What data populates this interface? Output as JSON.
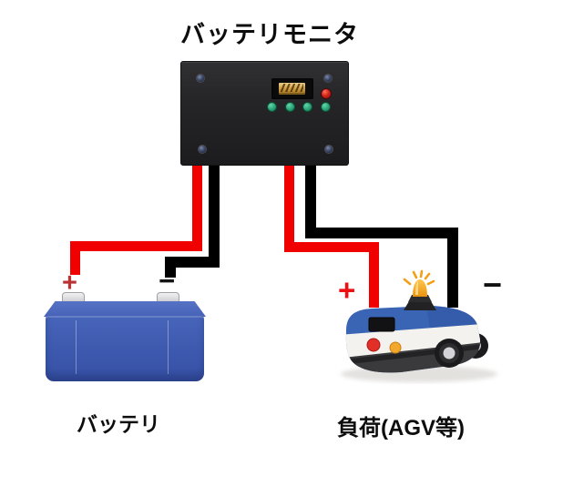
{
  "title": "バッテリモニタ",
  "battery": {
    "label": "バッテリ",
    "positive_mark": "+",
    "negative_mark": "−"
  },
  "load": {
    "label": "負荷(AGV等)",
    "positive_mark": "+",
    "negative_mark": "−"
  },
  "colors": {
    "wire_positive_red": "#f10000",
    "wire_negative_black": "#000000",
    "monitor_body_black": "#242426",
    "display_amber": "#cf9f45",
    "status_led_red": "#d32619",
    "button_green": "#2aa276",
    "battery_blue": "#3d59ae",
    "agv_blue": "#3a64b4",
    "beacon_amber": "#f5a61e",
    "battery_plus_red": "#b93333",
    "load_plus_red": "#ee1010"
  }
}
